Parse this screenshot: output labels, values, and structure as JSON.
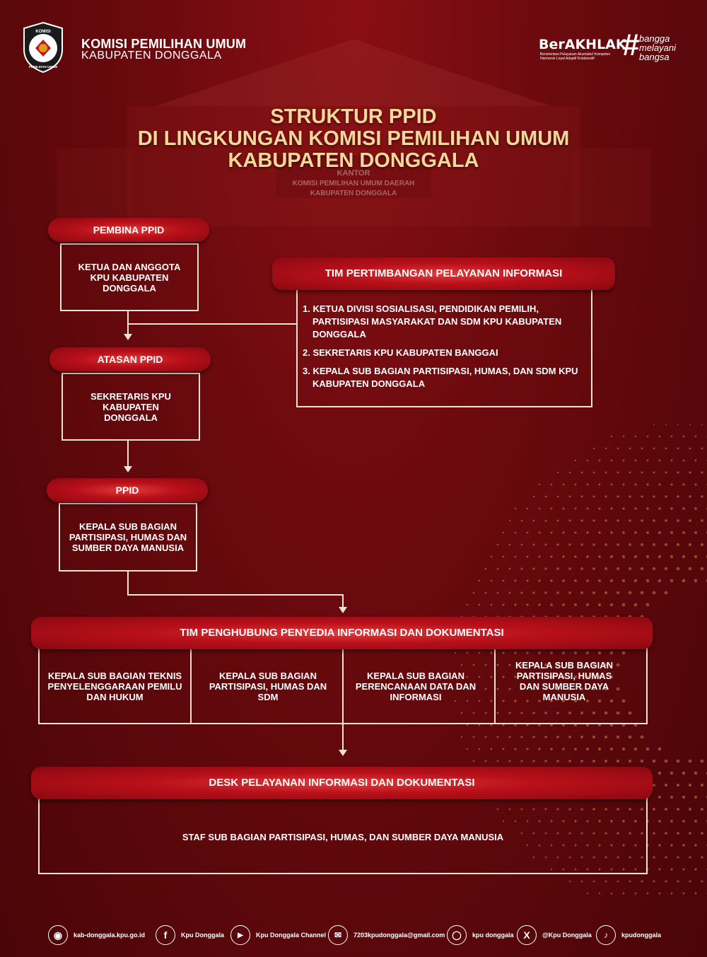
{
  "header": {
    "org_line1": "KOMISI PEMILIHAN UMUM",
    "org_line2": "KABUPATEN DONGGALA",
    "berakhlak": "BerAKHLAK",
    "berakhlak_sub": "Berorientasi Pelayanan Akuntabel Kompeten Harmonis Loyal Adaptif Kolaboratif",
    "tagline": [
      "bangga",
      "melayani",
      "bangsa"
    ],
    "logo_text": [
      "KOMISI",
      "PEMILIHAN UMUM"
    ]
  },
  "title": [
    "STRUKTUR PPID",
    "DI LINGKUNGAN KOMISI PEMILIHAN UMUM",
    "KABUPATEN DONGGALA"
  ],
  "background_sign": [
    "KANTOR",
    "KOMISI PEMILIHAN UMUM DAERAH",
    "KABUPATEN DONGGALA"
  ],
  "pembina": {
    "label": "PEMBINA PPID",
    "content": "KETUA DAN ANGGOTA KPU KABUPATEN DONGGALA"
  },
  "atasan": {
    "label": "ATASAN PPID",
    "content": "SEKRETARIS KPU KABUPATEN DONGGALA"
  },
  "ppid": {
    "label": "PPID",
    "content": "KEPALA SUB BAGIAN PARTISIPASI, HUMAS DAN SUMBER DAYA MANUSIA"
  },
  "tim_pertimbangan": {
    "label": "TIM PERTIMBANGAN PELAYANAN INFORMASI",
    "items": [
      "1. KETUA DIVISI SOSIALISASI, PENDIDIKAN PEMILIH, PARTISIPASI MASYARAKAT DAN SDM KPU KABUPATEN DONGGALA",
      "2. SEKRETARIS KPU KABUPATEN BANGGAI",
      "3. KEPALA SUB BAGIAN PARTISIPASI, HUMAS, DAN SDM KPU KABUPATEN DONGGALA"
    ]
  },
  "tim_penghubung": {
    "label": "TIM PENGHUBUNG PENYEDIA INFORMASI DAN DOKUMENTASI",
    "cells": [
      "KEPALA SUB BAGIAN TEKNIS PENYELENGGARAAN PEMILU DAN HUKUM",
      "KEPALA SUB BAGIAN PARTISIPASI, HUMAS DAN SDM",
      "KEPALA SUB BAGIAN PERENCANAAN DATA DAN INFORMASI",
      "KEPALA SUB BAGIAN PARTISIPASI, HUMAS DAN SUMBER DAYA MANUSIA"
    ]
  },
  "desk": {
    "label": "DESK PELAYANAN INFORMASI DAN DOKUMENTASI",
    "content": "STAF SUB BAGIAN PARTISIPASI, HUMAS, DAN SUMBER DAYA MANUSIA"
  },
  "footer": [
    {
      "icon": "globe-icon",
      "text": "kab-donggala.kpu.go.id"
    },
    {
      "icon": "facebook-icon",
      "text": "Kpu Donggala"
    },
    {
      "icon": "youtube-icon",
      "text": "Kpu Donggala Channel"
    },
    {
      "icon": "mail-icon",
      "text": "7203kpudonggala@gmail.com"
    },
    {
      "icon": "instagram-icon",
      "text": "kpu donggala"
    },
    {
      "icon": "x-icon",
      "text": "@Kpu Donggala"
    },
    {
      "icon": "tiktok-icon",
      "text": "kpudonggala"
    }
  ],
  "colors": {
    "background": "#6b0a0e",
    "pill": "#b8101a",
    "title": "#f3d79b",
    "line": "#efe3d6"
  }
}
